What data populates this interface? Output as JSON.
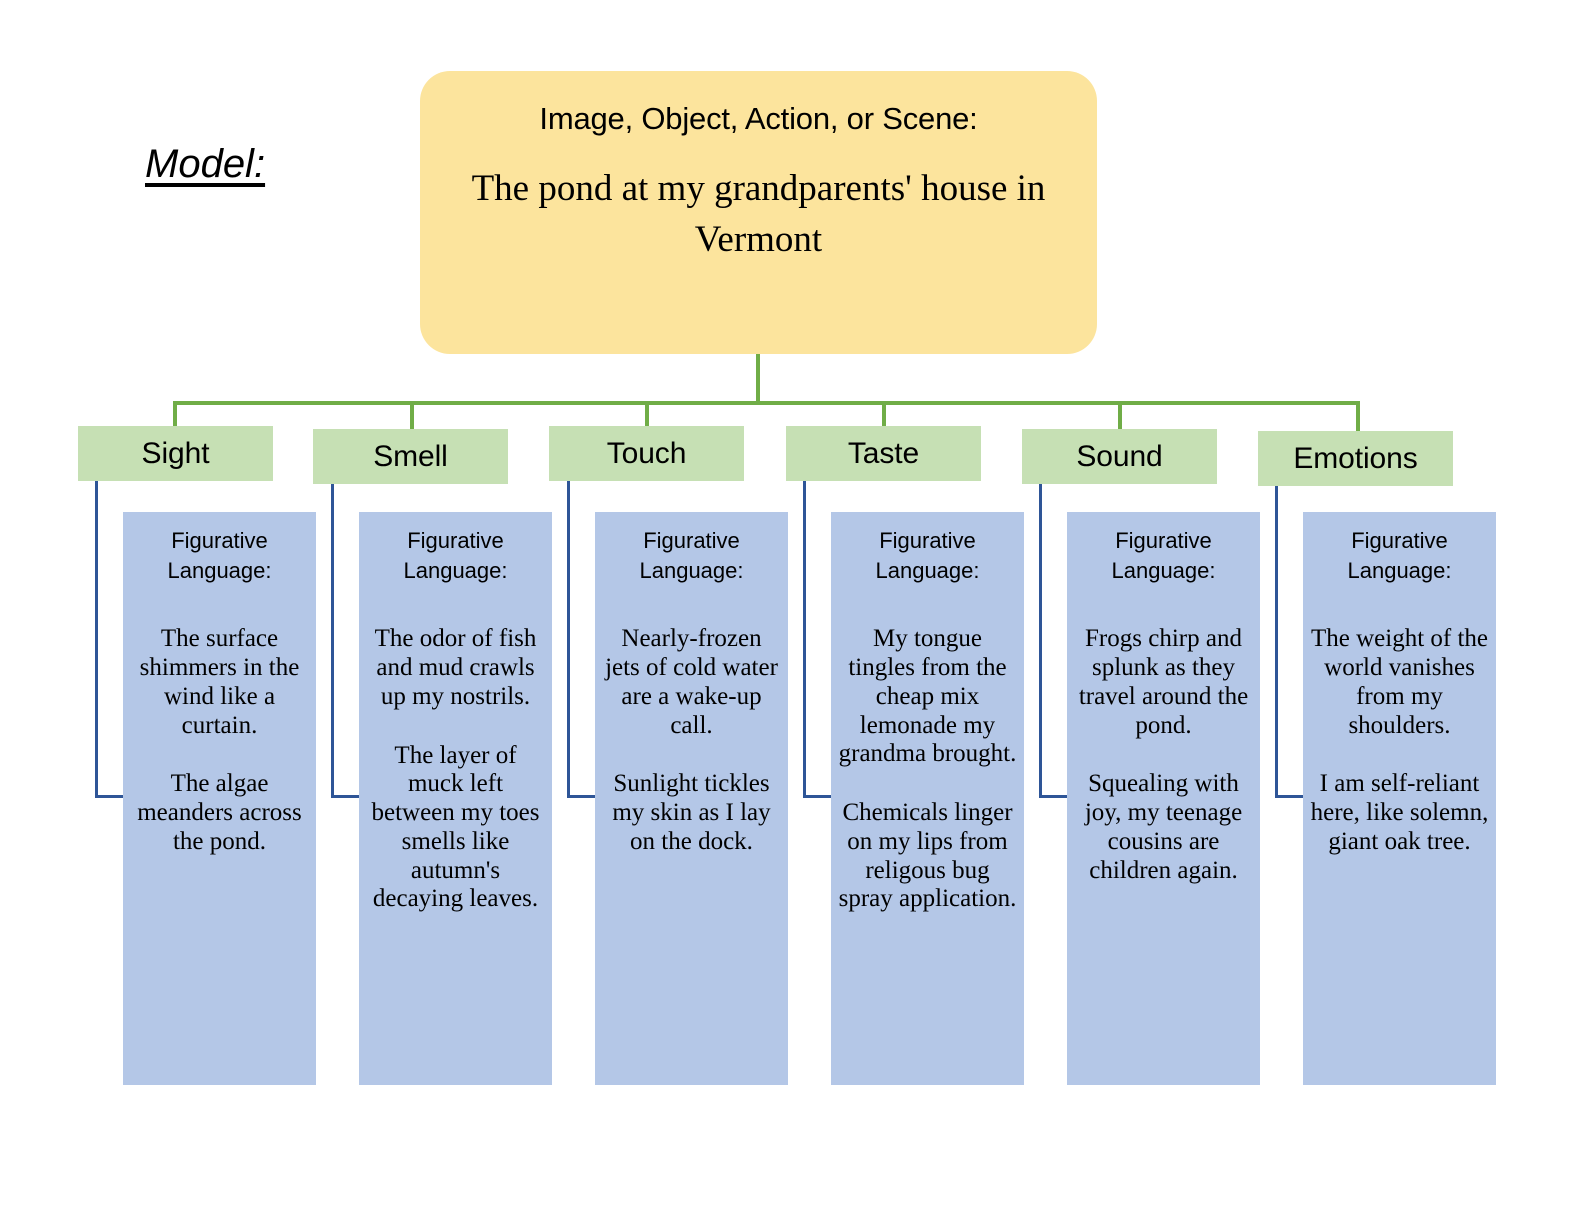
{
  "model_label": "Model:",
  "root": {
    "heading": "Image, Object, Action, or Scene:",
    "subject": "The pond at my grandparents' house in Vermont",
    "color": "#fce49d"
  },
  "colors": {
    "root_fill": "#fce49d",
    "category_fill": "#c6e0b4",
    "column_fill": "#b4c7e7",
    "green_connector": "#70ad47",
    "blue_connector": "#2e5597",
    "background": "#ffffff",
    "text": "#000000"
  },
  "column_heading": "Figurative Language:",
  "categories": [
    {
      "label": "Sight",
      "heading": "Figurative Language:",
      "entries": [
        "The surface shimmers in the wind like a curtain.",
        "The algae meanders across the pond."
      ]
    },
    {
      "label": "Smell",
      "heading": "Figurative Language:",
      "entries": [
        "The odor of fish and mud crawls up my nostrils.",
        "The layer of muck left between my toes smells like autumn's decaying leaves."
      ]
    },
    {
      "label": "Touch",
      "heading": "Figurative Language:",
      "entries": [
        "Nearly-frozen jets of cold water are a wake-up call.",
        "Sunlight tickles my skin as I lay on the dock."
      ]
    },
    {
      "label": "Taste",
      "heading": "Figurative Language:",
      "entries": [
        "My tongue tingles from the cheap mix lemonade my grandma brought.",
        "Chemicals linger on my lips from religous bug spray application."
      ]
    },
    {
      "label": "Sound",
      "heading": "Figurative Language:",
      "entries": [
        "Frogs chirp and splunk as they travel around the pond.",
        "Squealing with joy, my teenage cousins are children again."
      ]
    },
    {
      "label": "Emotions",
      "heading": "Figurative Language:",
      "entries": [
        "The weight of the world vanishes from my shoulders.",
        "I am self-reliant here, like solemn, giant oak tree."
      ]
    }
  ]
}
